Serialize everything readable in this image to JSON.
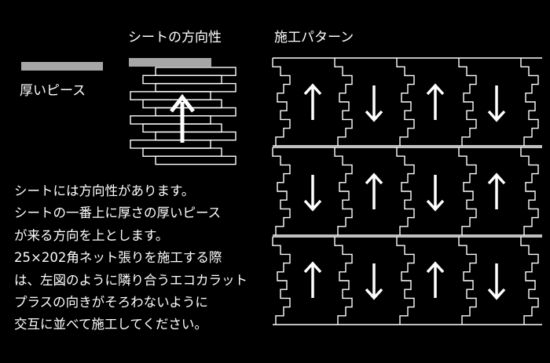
{
  "titles": {
    "sheet_direction": "シートの方向性",
    "installation_pattern": "施工パターン"
  },
  "legend": {
    "thick_piece_label": "厚いピース",
    "bar_color": "#a6a6a6"
  },
  "description_lines": [
    "シートには方向性があります。",
    "シートの一番上に厚さの厚いピース",
    "が来る方向を上とします。",
    "25×202角ネット張りを施工する際",
    "は、左図のように隣り合うエコカラット",
    "プラスの向きがそろわないように",
    "交互に並べて施工してください。"
  ],
  "pattern_grid": [
    [
      "up",
      "down",
      "up",
      "down"
    ],
    [
      "down",
      "up",
      "down",
      "up"
    ],
    [
      "up",
      "down",
      "up",
      "down"
    ]
  ],
  "colors": {
    "background": "#000000",
    "line": "#ffffff",
    "thick_piece": "#a6a6a6"
  }
}
